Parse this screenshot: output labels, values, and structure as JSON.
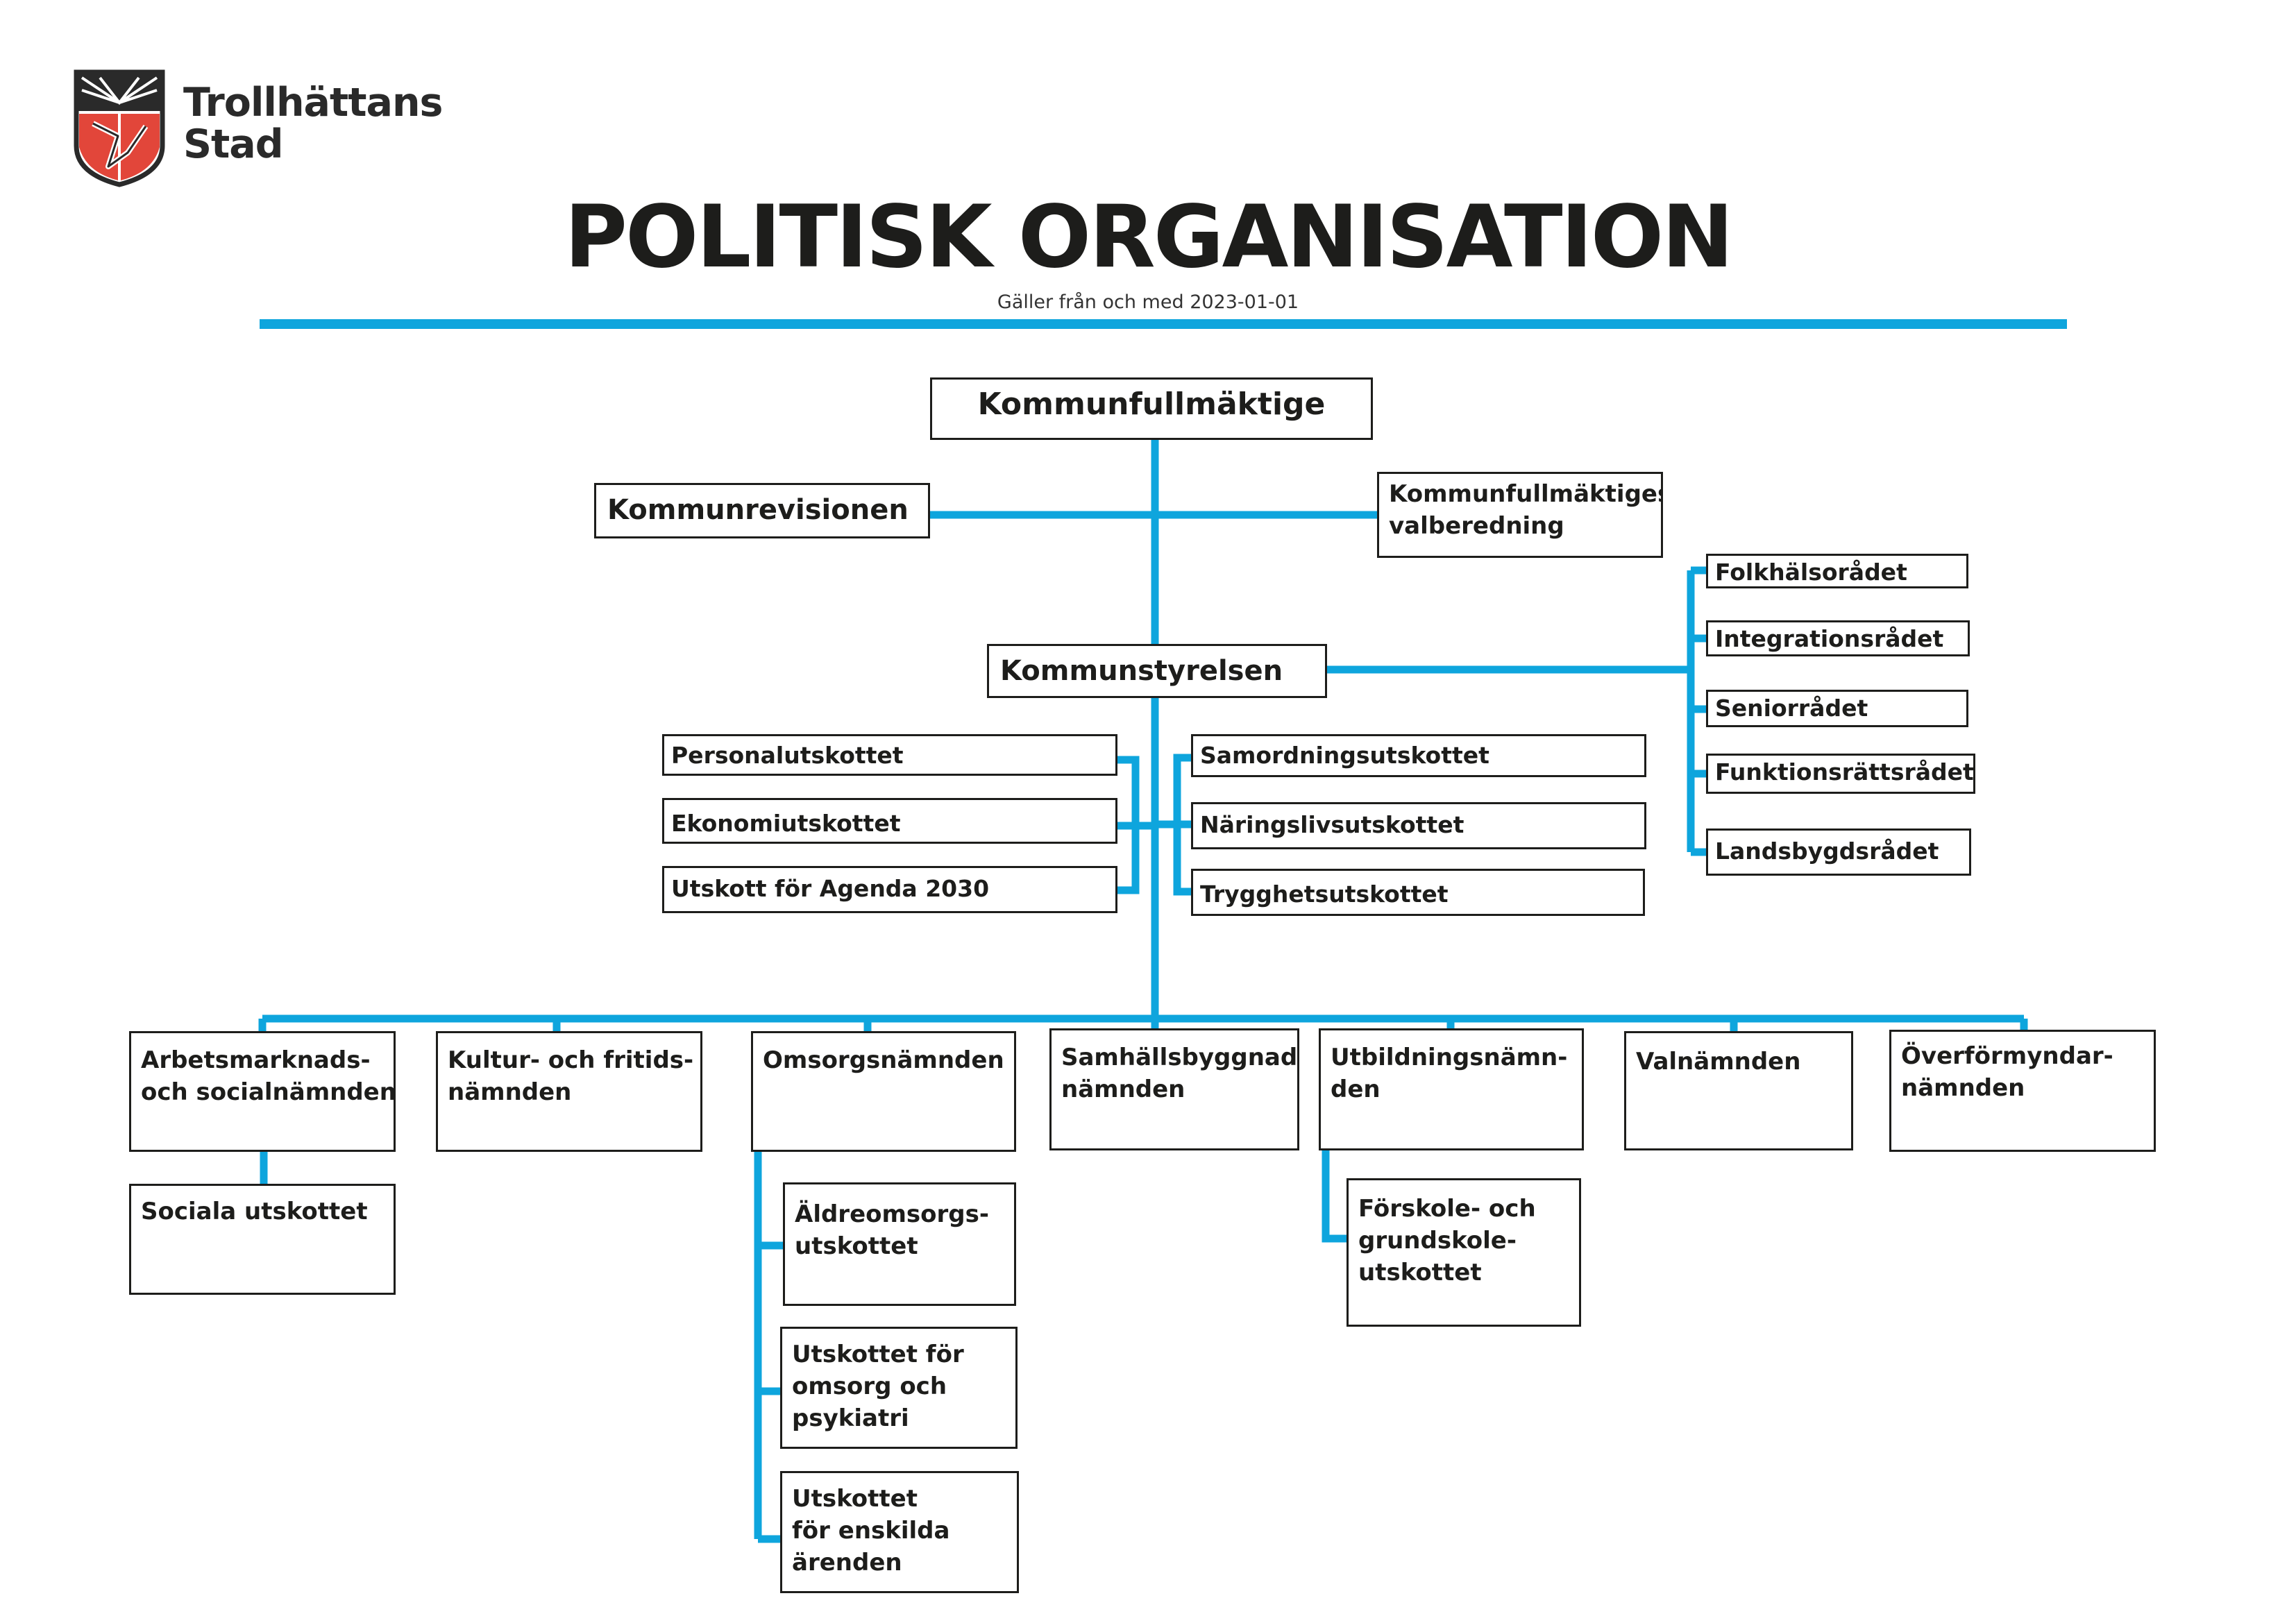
{
  "header": {
    "logo_line1": "Trollhättans",
    "logo_line2": "Stad",
    "title": "POLITISK ORGANISATION",
    "subtitle": "Gäller från och med 2023-01-01"
  },
  "colors": {
    "connector": "#0ea5dd",
    "box_border": "#1d1d1b",
    "logo_red": "#e2463a",
    "logo_dark": "#2a2a2a"
  },
  "icons": [
    "trollhattan-coat-of-arms-icon"
  ],
  "chart": {
    "root": {
      "label": "Kommunfullmäktige"
    },
    "assembly_side": [
      {
        "label": "Kommunrevisionen"
      },
      {
        "lines": [
          "Kommunfullmäktiges",
          "valberedning"
        ]
      }
    ],
    "board": {
      "label": "Kommunstyrelsen"
    },
    "councils": [
      {
        "label": "Folkhälsorådet"
      },
      {
        "label": "Integrationsrådet"
      },
      {
        "label": "Seniorrådet"
      },
      {
        "label": "Funktionsrättsrådet"
      },
      {
        "label": "Landsbygdsrådet"
      }
    ],
    "committees_left": [
      {
        "label": "Personalutskottet"
      },
      {
        "label": "Ekonomiutskottet"
      },
      {
        "label": "Utskott för Agenda 2030"
      }
    ],
    "committees_right": [
      {
        "label": "Samordningsutskottet"
      },
      {
        "label": "Näringslivsutskottet"
      },
      {
        "label": "Trygghetsutskottet"
      }
    ],
    "boards": [
      {
        "lines": [
          "Arbetsmarknads-",
          "och socialnämnden"
        ],
        "subcommittees": [
          {
            "lines": [
              "Sociala utskottet"
            ]
          }
        ]
      },
      {
        "lines": [
          "Kultur- och fritids-",
          "nämnden"
        ],
        "subcommittees": []
      },
      {
        "lines": [
          "Omsorgsnämnden"
        ],
        "subcommittees": [
          {
            "lines": [
              "Äldreomsorgs-",
              "utskottet"
            ]
          },
          {
            "lines": [
              "Utskottet för",
              "omsorg och",
              "psykiatri"
            ]
          },
          {
            "lines": [
              "Utskottet",
              "för enskilda",
              "ärenden"
            ]
          }
        ]
      },
      {
        "lines": [
          "Samhällsbyggnads-",
          "nämnden"
        ],
        "subcommittees": []
      },
      {
        "lines": [
          "Utbildningsnämn-",
          "den"
        ],
        "subcommittees": [
          {
            "lines": [
              "Förskole- och",
              "grundskole-",
              "utskottet"
            ]
          }
        ]
      },
      {
        "lines": [
          "Valnämnden"
        ],
        "subcommittees": []
      },
      {
        "lines": [
          "Överförmyndar-",
          "nämnden"
        ],
        "subcommittees": []
      }
    ]
  }
}
